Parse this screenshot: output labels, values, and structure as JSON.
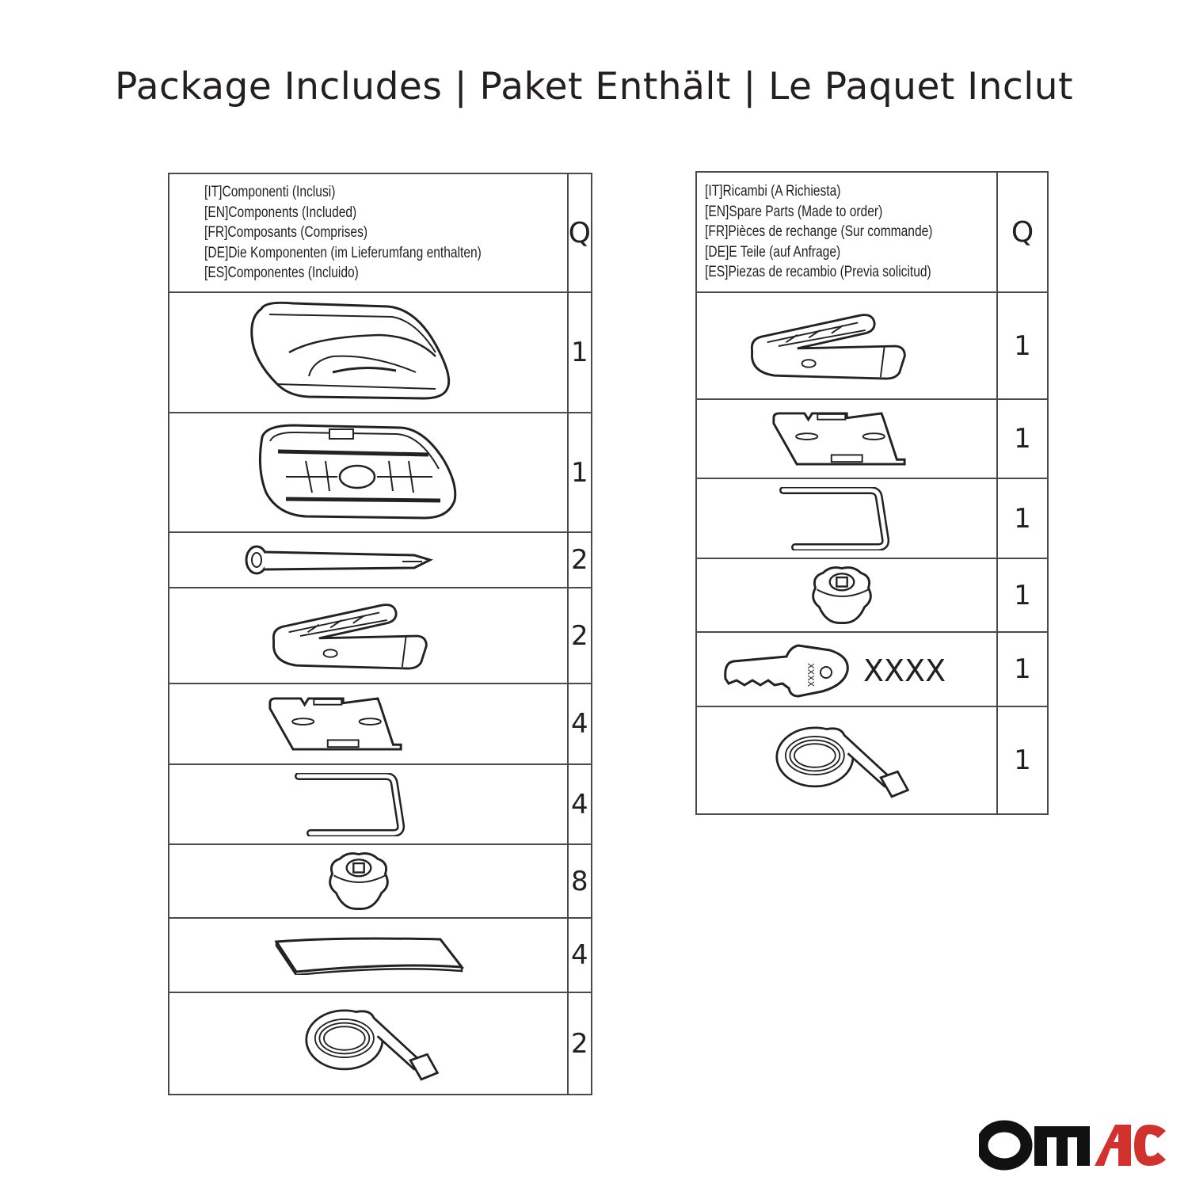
{
  "title": "Package Includes | Paket Enthält | Le Paquet Inclut",
  "components_table": {
    "header_lines": [
      "[IT]Componenti (Inclusi)",
      "[EN]Components (Included)",
      "[FR]Composants (Comprises)",
      "[DE]Die Komponenten (im Lieferumfang enthalten)",
      "[ES]Componentes (Incluido)"
    ],
    "qty_header": "Q",
    "rows": [
      {
        "icon": "roof-box-lid-icon",
        "qty": "1"
      },
      {
        "icon": "roof-box-base-icon",
        "qty": "1"
      },
      {
        "icon": "hinge-pin-icon",
        "qty": "2"
      },
      {
        "icon": "lock-clamp-lever-icon",
        "qty": "2"
      },
      {
        "icon": "mounting-plate-icon",
        "qty": "4"
      },
      {
        "icon": "u-bolt-icon",
        "qty": "4"
      },
      {
        "icon": "star-knob-icon",
        "qty": "8"
      },
      {
        "icon": "rubber-pad-icon",
        "qty": "4"
      },
      {
        "icon": "strap-buckle-icon",
        "qty": "2"
      }
    ]
  },
  "spare_parts_table": {
    "header_lines": [
      "[IT]Ricambi (A Richiesta)",
      "[EN]Spare Parts (Made to order)",
      "[FR]Pièces de rechange (Sur commande)",
      "[DE]E Teile (auf Anfrage)",
      "[ES]Piezas de recambio (Previa solicitud)"
    ],
    "qty_header": "Q",
    "rows": [
      {
        "icon": "lock-clamp-lever-icon",
        "qty": "1"
      },
      {
        "icon": "mounting-plate-icon",
        "qty": "1"
      },
      {
        "icon": "u-bolt-icon",
        "qty": "1"
      },
      {
        "icon": "star-knob-icon",
        "qty": "1"
      },
      {
        "icon": "key-icon",
        "qty": "1",
        "label": "XXXX",
        "key_engraving": "XXXX"
      },
      {
        "icon": "strap-buckle-icon",
        "qty": "1"
      }
    ]
  },
  "logo": {
    "part1": "om",
    "part2": "AC",
    "color_dark": "#111111",
    "color_accent": "#d2322d"
  }
}
